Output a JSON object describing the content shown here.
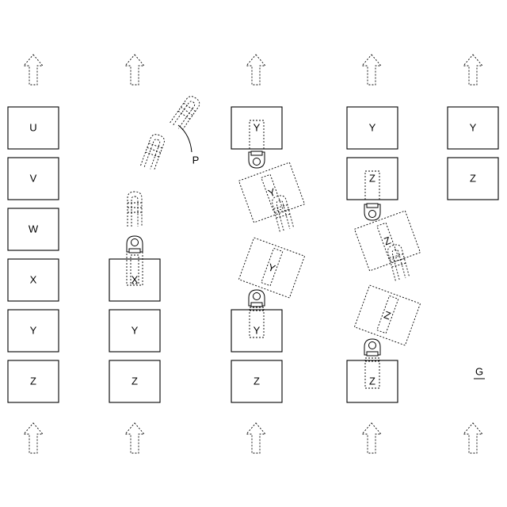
{
  "diagram": {
    "columns": [
      {
        "id": "col1",
        "stack_labels": [
          "U",
          "V",
          "W",
          "X",
          "Y",
          "Z"
        ]
      },
      {
        "id": "col2",
        "stack_labels": [
          "X",
          "Y",
          "Z"
        ]
      },
      {
        "id": "col3",
        "stack_labels": [
          "Y",
          "Y",
          "Z"
        ],
        "moving_labels": [
          "Y",
          "Y"
        ]
      },
      {
        "id": "col4",
        "stack_labels": [
          "Y",
          "Z",
          "Z"
        ],
        "moving_labels": [
          "Z",
          "Z"
        ]
      },
      {
        "id": "col5",
        "stack_labels": [
          "Y",
          "Z"
        ]
      }
    ],
    "robot_label": "P",
    "figure_label": "G"
  }
}
